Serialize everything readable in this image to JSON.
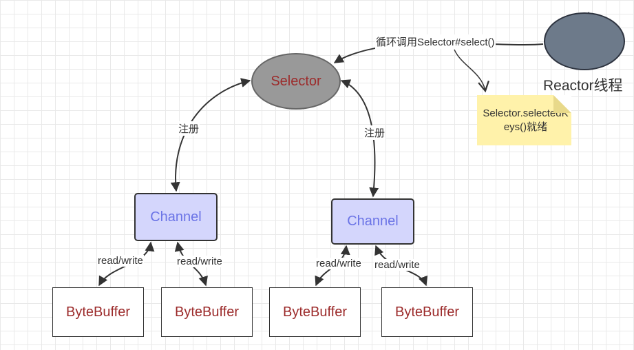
{
  "nodes": {
    "selector": "Selector",
    "reactor": "Reactor线程",
    "channel_left": "Channel",
    "channel_right": "Channel",
    "bytebuffers": [
      "ByteBuffer",
      "ByteBuffer",
      "ByteBuffer",
      "ByteBuffer"
    ]
  },
  "note": {
    "text": "Selector.selectedKeys()就绪"
  },
  "edge_labels": {
    "loop_call": "循环调用Selector#select()",
    "register_left": "注册",
    "register_right": "注册",
    "rw_1": "read/write",
    "rw_2": "read/write",
    "rw_3": "read/write",
    "rw_4": "read/write"
  },
  "colors": {
    "selector_fill": "#999999",
    "reactor_fill": "#6d7a8a",
    "channel_fill": "#d4d6fc",
    "channel_text": "#6b74e6",
    "node_text": "#9c2b2b",
    "note_fill": "#fff2aa"
  }
}
